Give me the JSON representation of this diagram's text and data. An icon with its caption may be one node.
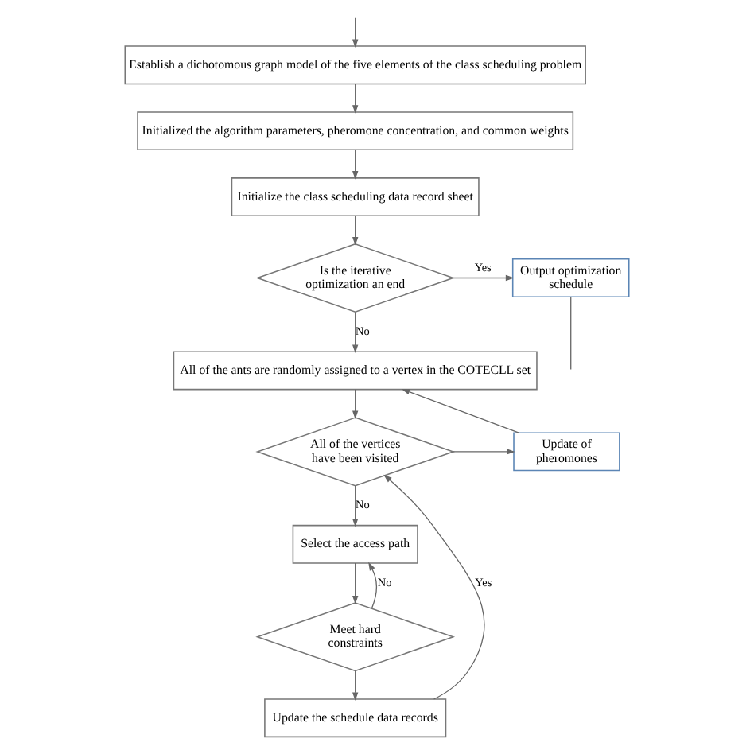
{
  "diagram": {
    "nodes": [
      {
        "text": [
          "Establish a dichotomous graph model of the five elements of the class scheduling problem"
        ]
      },
      {
        "text": [
          "Initialized the algorithm parameters, pheromone concentration, and common weights"
        ]
      },
      {
        "text": [
          "Initialize the class scheduling data record sheet"
        ]
      },
      {
        "text": [
          "Is the iterative optimization an end"
        ]
      },
      {
        "text": [
          "Output optimization schedule"
        ]
      },
      {
        "text": [
          "All of the ants are randomly assigned to a vertex in the COTECLL set"
        ]
      },
      {
        "text": [
          "Update of pheromones"
        ]
      },
      {
        "text": [
          "All of the vertices have been visited"
        ]
      },
      {
        "text": [
          "Select the access path"
        ]
      },
      {
        "text": [
          "Meet hard constraints"
        ]
      },
      {
        "text": [
          "Update the schedule data records"
        ]
      }
    ],
    "edges": [
      {
        "from": null,
        "to": 0,
        "arrow": "to"
      },
      {
        "from": 0,
        "to": 1,
        "arrow": "to"
      },
      {
        "from": 1,
        "to": 2,
        "arrow": "to"
      },
      {
        "from": 2,
        "to": 3,
        "arrow": "to"
      },
      {
        "from": 3,
        "to": 4,
        "arrow": "to",
        "label": "Yes"
      },
      {
        "from": 3,
        "to": 5,
        "arrow": "to",
        "label": "No"
      },
      {
        "from": 5,
        "to": 7,
        "arrow": "to"
      },
      {
        "from": 7,
        "to": 6,
        "arrow": "to"
      },
      {
        "from": 6,
        "to": 5,
        "arrow": "to"
      },
      {
        "from": 7,
        "to": 8,
        "arrow": "to",
        "label": "No"
      },
      {
        "from": 8,
        "to": 9,
        "arrow": "to"
      },
      {
        "from": 9,
        "to": 8,
        "arrow": "to",
        "label": "No"
      },
      {
        "from": 9,
        "to": 10,
        "arrow": "to"
      },
      {
        "from": 10,
        "to": 7,
        "arrow": "to",
        "label": "Yes"
      },
      {
        "from": 4,
        "to": null,
        "arrow": "none"
      }
    ]
  }
}
